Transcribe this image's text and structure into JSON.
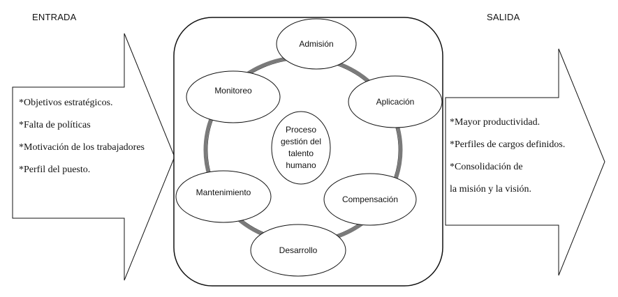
{
  "headers": {
    "input": "ENTRADA",
    "output": "SALIDA"
  },
  "input_items": [
    "*Objetivos estratégicos.",
    "*Falta de políticas",
    "*Motivación de los trabajadores",
    "*Perfil del puesto."
  ],
  "output_items": [
    "*Mayor productividad.",
    "*Perfiles de cargos definidos.",
    "*Consolidación de",
    "la misión y la visión."
  ],
  "center": {
    "line1": "Proceso",
    "line2": "gestión del",
    "line3": "talento",
    "line4": "humano"
  },
  "cycle_nodes": {
    "admision": "Admisión",
    "aplicacion": "Aplicación",
    "compensacion": "Compensación",
    "desarrollo": "Desarrollo",
    "mantenimiento": "Mantenimiento",
    "monitoreo": "Monitoreo"
  },
  "colors": {
    "ring": "#7a7a7a",
    "stroke": "#111111",
    "background": "#ffffff"
  }
}
